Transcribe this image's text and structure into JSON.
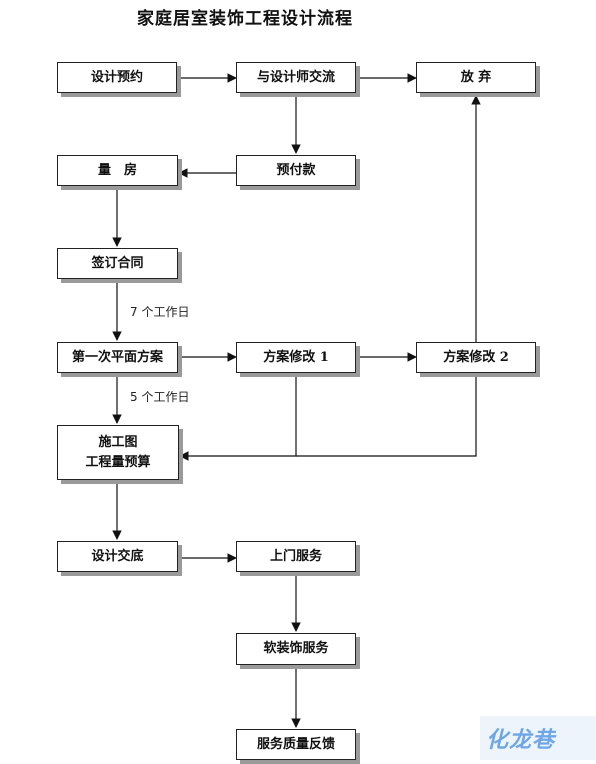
{
  "title": "家庭居室装饰工程设计流程",
  "boxes": {
    "design_appointment": "设计预约",
    "talk_with_designer": "与设计师交流",
    "give_up": "放 弃",
    "measure_room": "量　房",
    "prepayment": "预付款",
    "sign_contract": "签订合同",
    "first_plan": "第一次平面方案",
    "revision_1": "方案修改 1",
    "revision_2": "方案修改 2",
    "construction_drawing_line1": "施工图",
    "construction_drawing_line2": "工程量预算",
    "design_handover": "设计交底",
    "onsite_service": "上门服务",
    "soft_decoration": "软装饰服务",
    "quality_feedback": "服务质量反馈"
  },
  "notes": {
    "seven_days": "7 个工作日",
    "five_days": "5 个工作日"
  },
  "watermark": "化龙巷"
}
